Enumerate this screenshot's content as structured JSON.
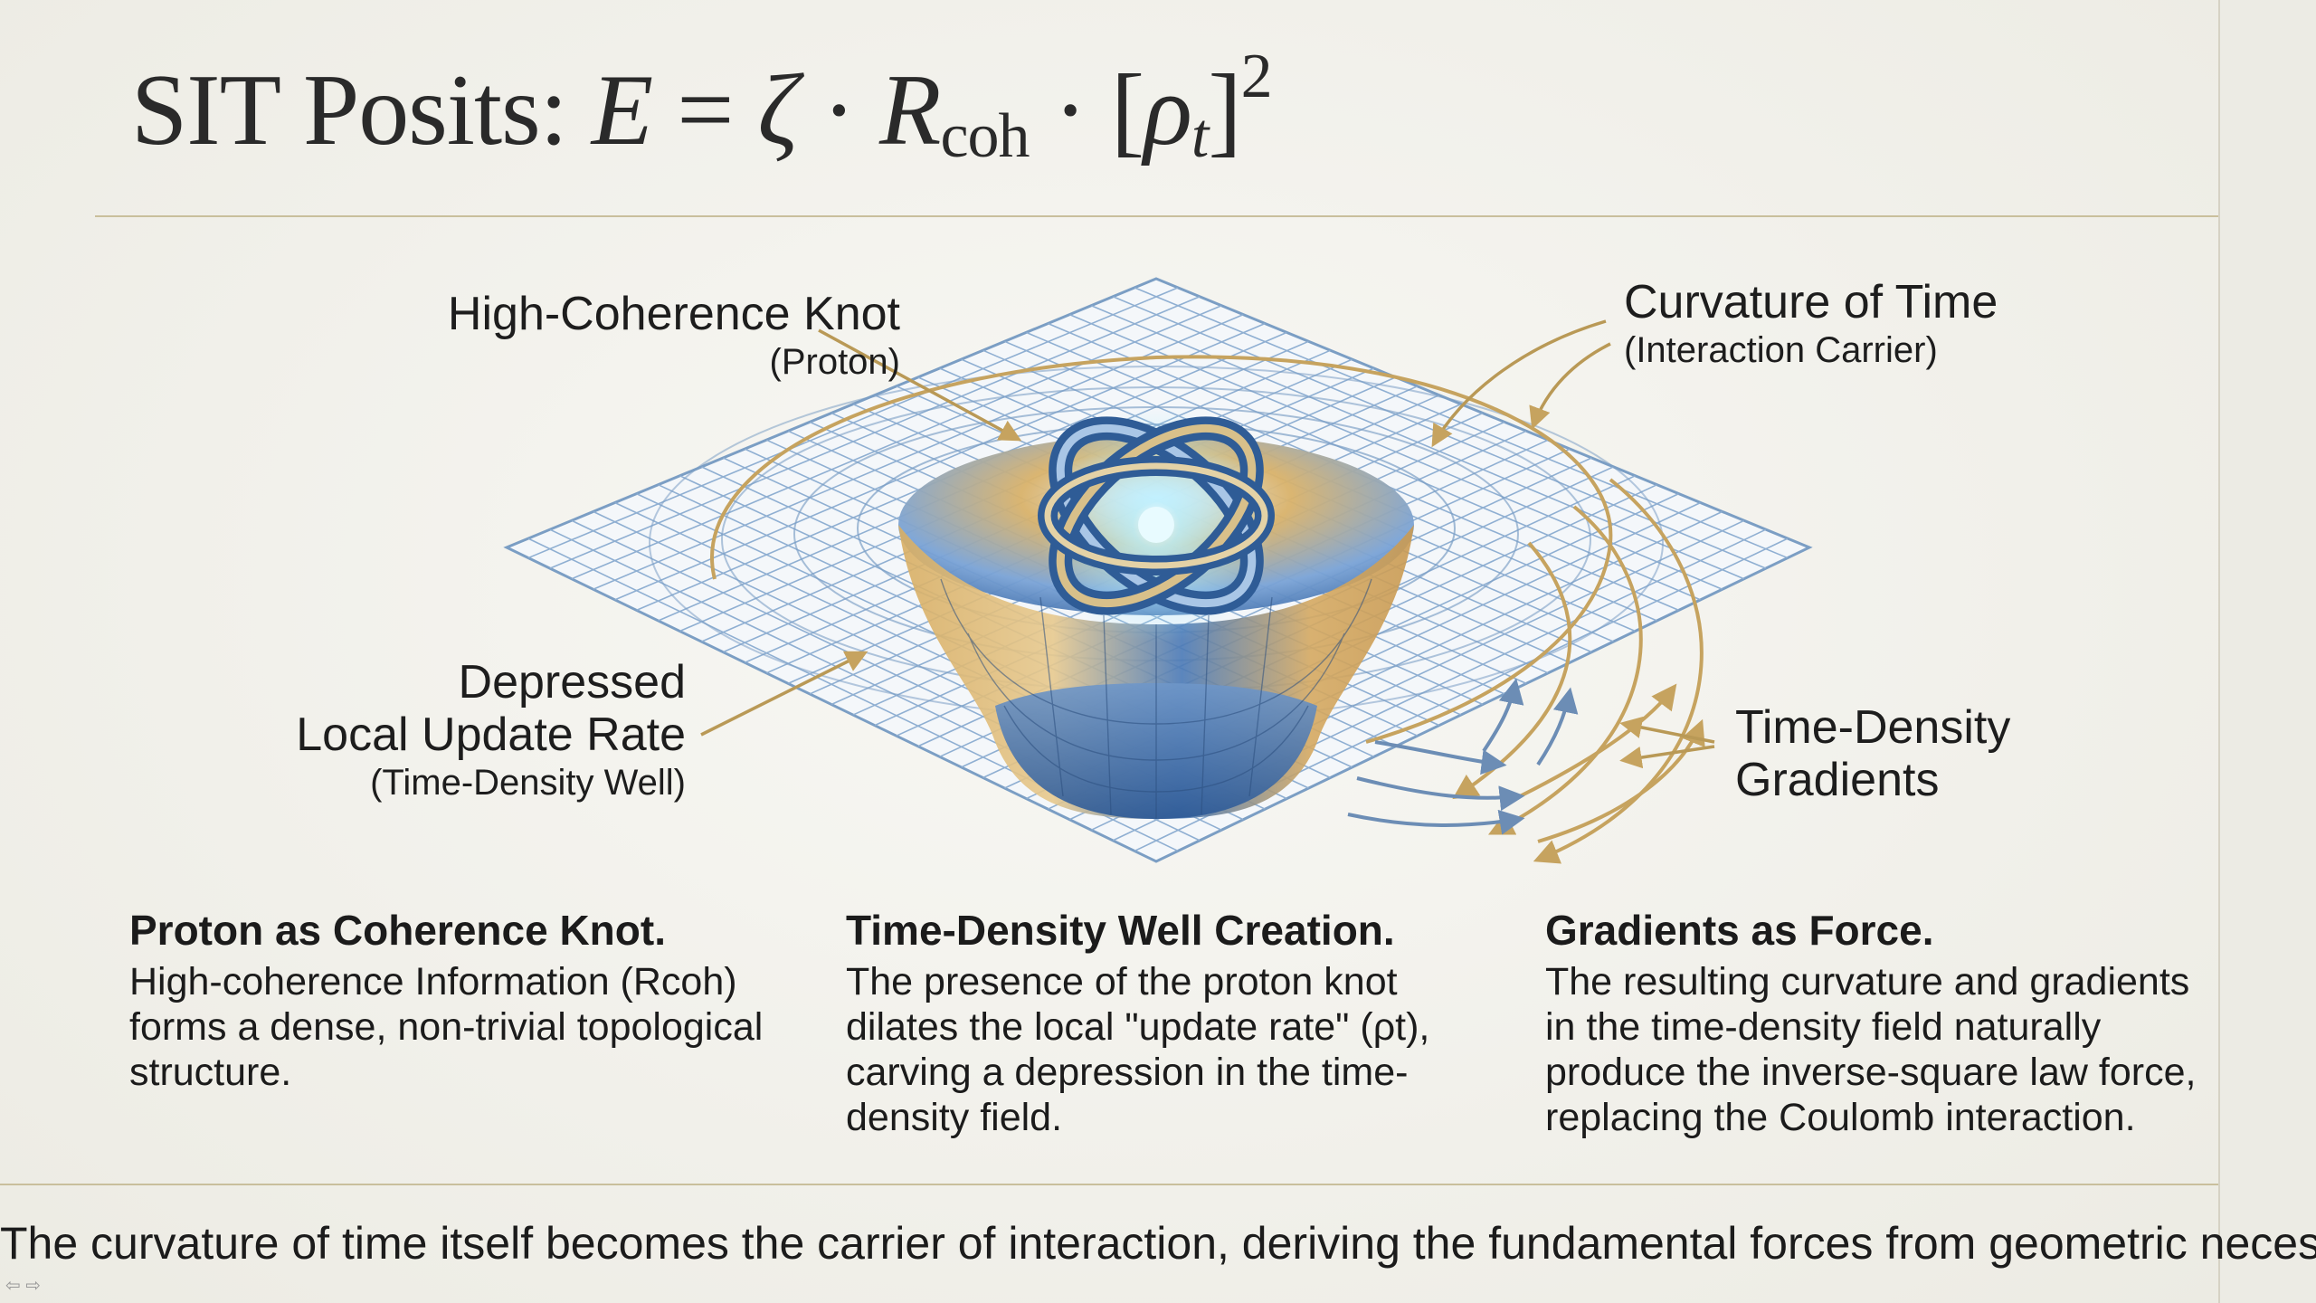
{
  "title": {
    "prefix": "SIT Posits:",
    "equation": {
      "lhs": "E",
      "equals": "=",
      "zeta": "ζ",
      "dot": "·",
      "r": "R",
      "r_sub": "coh",
      "open_bracket": "[",
      "rho": "ρ",
      "rho_sub": "t",
      "close_bracket": "]",
      "power": "2"
    }
  },
  "diagram": {
    "labels": {
      "knot_title": "High-Coherence Knot",
      "knot_sub": "(Proton)",
      "curvature_title": "Curvature of Time",
      "curvature_sub": "(Interaction Carrier)",
      "well_line1": "Depressed",
      "well_line2": "Local Update Rate",
      "well_sub": "(Time-Density Well)",
      "gradients_line1": "Time-Density",
      "gradients_line2": "Gradients"
    },
    "colors": {
      "grid": "#7b9ec4",
      "gold": "#c6a35f",
      "well_blue": "#2f5f9e",
      "knot_blue": "#3c6fae",
      "glow": "#9fe6ff"
    }
  },
  "columns": [
    {
      "heading": "Proton as Coherence Knot.",
      "body": "High-coherence Information (Rcoh) forms a dense, non-trivial topological structure."
    },
    {
      "heading": "Time-Density Well Creation.",
      "body": "The presence of the proton knot dilates the local \"update rate\" (ρt), carving a depression in the time-density field."
    },
    {
      "heading": "Gradients as Force.",
      "body": "The resulting curvature and gradients in the time-density field naturally produce the inverse-square law force, replacing the Coulomb interaction."
    }
  ],
  "footer": "The curvature of time itself becomes the carrier of interaction, deriving the fundamental forces from geometric necessity."
}
